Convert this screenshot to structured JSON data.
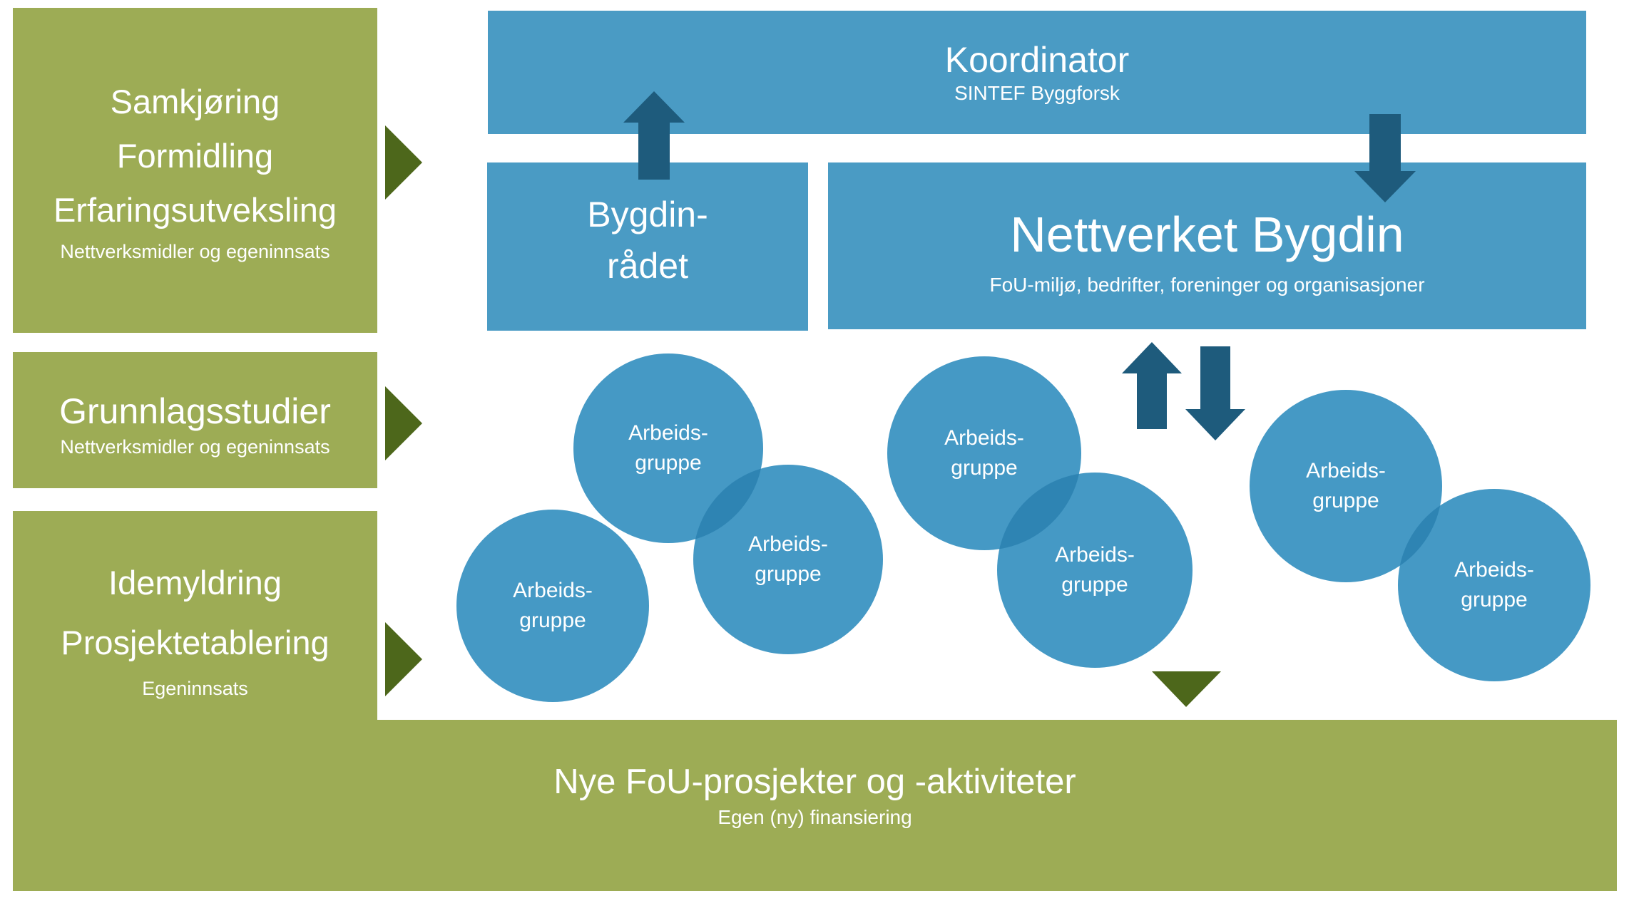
{
  "colors": {
    "stage_green": "#9DAC55",
    "flow_triangle_green": "#4D671B",
    "box_blue": "#4A9BC4",
    "circle_blue": "#4599C5",
    "circle_overlap_blue": "#2E84B3",
    "arrow_dark_blue": "#1E5B7C",
    "text": "#FFFFFF",
    "background": "#FFFFFF"
  },
  "left_column": {
    "boxes": [
      {
        "title_lines": [
          "Samkjøring",
          "Formidling",
          "Erfaringsutveksling"
        ],
        "subtitle": "Nettverksmidler og egeninnsats"
      },
      {
        "title_lines": [
          "Grunnlagsstudier"
        ],
        "subtitle": "Nettverksmidler og egeninnsats"
      },
      {
        "title_lines": [
          "Idemyldring",
          "Prosjektetablering"
        ],
        "subtitle": "Egeninnsats"
      }
    ]
  },
  "coordinator": {
    "title": "Koordinator",
    "subtitle": "SINTEF Byggforsk"
  },
  "council": {
    "title_lines": [
      "Bygdin-",
      "rådet"
    ]
  },
  "network": {
    "title": "Nettverket Bygdin",
    "subtitle": "FoU-miljø, bedrifter, foreninger og organisasjoner"
  },
  "workgroup": {
    "line1": "Arbeids-",
    "line2": "gruppe",
    "count": 7
  },
  "bottom_bar": {
    "title": "Nye FoU-prosjekter og -aktiviteter",
    "subtitle": "Egen (ny) finansiering"
  }
}
